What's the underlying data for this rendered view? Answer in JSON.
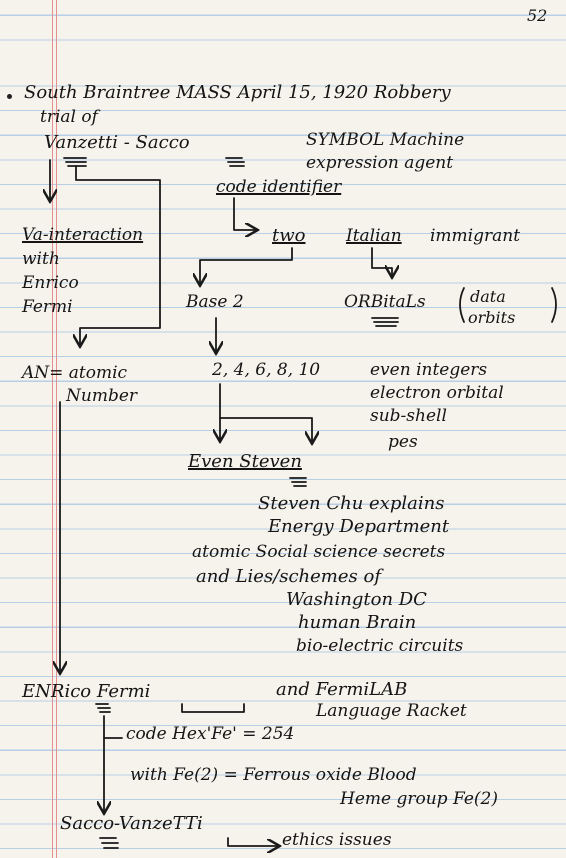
{
  "page_number": "52",
  "lines": {
    "header_1": "South Braintree MASS April 15, 1920 Robbery",
    "header_2": "trial of",
    "vanzetti_sacco": "Vanzetti - Sacco",
    "symbol_machine": "SYMBOL Machine",
    "expression_agent": "expression agent",
    "code_identifier": "code identifier",
    "va_interaction_1": "Va-interaction",
    "va_interaction_2": "with",
    "va_interaction_3": "Enrico",
    "va_interaction_4": "Fermi",
    "two": "two",
    "italian": "Italian",
    "immigrant": "immigrant",
    "base_2": "Base 2",
    "orbitals": "ORBitaLs",
    "data_orbits_1": "data",
    "data_orbits_2": "orbits",
    "atomic_number_1": "AN= atomic",
    "atomic_number_2": "Number",
    "even_seq": "2, 4, 6, 8, 10",
    "even_integers": "even integers",
    "electron_orbital": "electron orbital",
    "sub_shell": "sub-shell",
    "pes": "pes",
    "even_steven": "Even Steven",
    "chu_1": "Steven Chu explains",
    "chu_2": "Energy Department",
    "chu_3": "atomic Social science secrets",
    "chu_4": "and Lies/schemes of",
    "chu_5": "Washington DC",
    "chu_6": "human Brain",
    "chu_7": "bio-electric circuits",
    "enrico_fermi": "ENRico Fermi",
    "and_fermilab": "and FermiLAB",
    "language_racket": "Language Racket",
    "code_hex": "code Hex'Fe' = 254",
    "with_fe": "with Fe(2) = Ferrous oxide Blood",
    "heme_group": "Heme group Fe(2)",
    "sacco_vanzetti": "Sacco-VanzeTTi",
    "ethics_issues": "ethics issues"
  }
}
